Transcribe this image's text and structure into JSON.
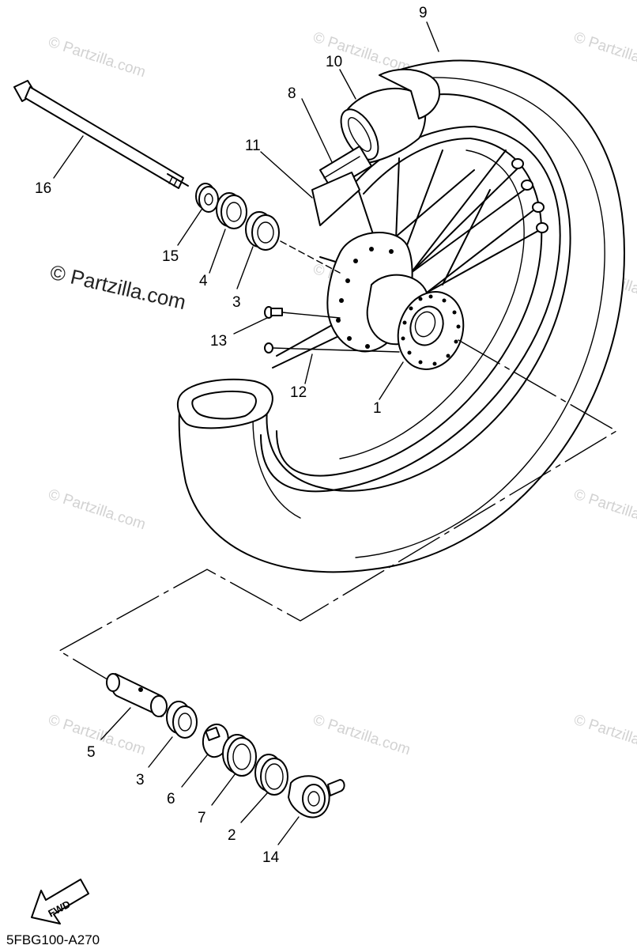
{
  "watermark_text": "© Partzilla.com",
  "diagram_code": "5FBG100-A270",
  "fwd_label": "FWD",
  "callouts": [
    {
      "id": "9",
      "label": "9"
    },
    {
      "id": "10",
      "label": "10"
    },
    {
      "id": "8",
      "label": "8"
    },
    {
      "id": "11",
      "label": "11"
    },
    {
      "id": "16",
      "label": "16"
    },
    {
      "id": "15",
      "label": "15"
    },
    {
      "id": "4",
      "label": "4"
    },
    {
      "id": "3a",
      "label": "3"
    },
    {
      "id": "13",
      "label": "13"
    },
    {
      "id": "12",
      "label": "12"
    },
    {
      "id": "1",
      "label": "1"
    },
    {
      "id": "5",
      "label": "5"
    },
    {
      "id": "3b",
      "label": "3"
    },
    {
      "id": "6",
      "label": "6"
    },
    {
      "id": "7",
      "label": "7"
    },
    {
      "id": "2",
      "label": "2"
    },
    {
      "id": "14",
      "label": "14"
    }
  ]
}
